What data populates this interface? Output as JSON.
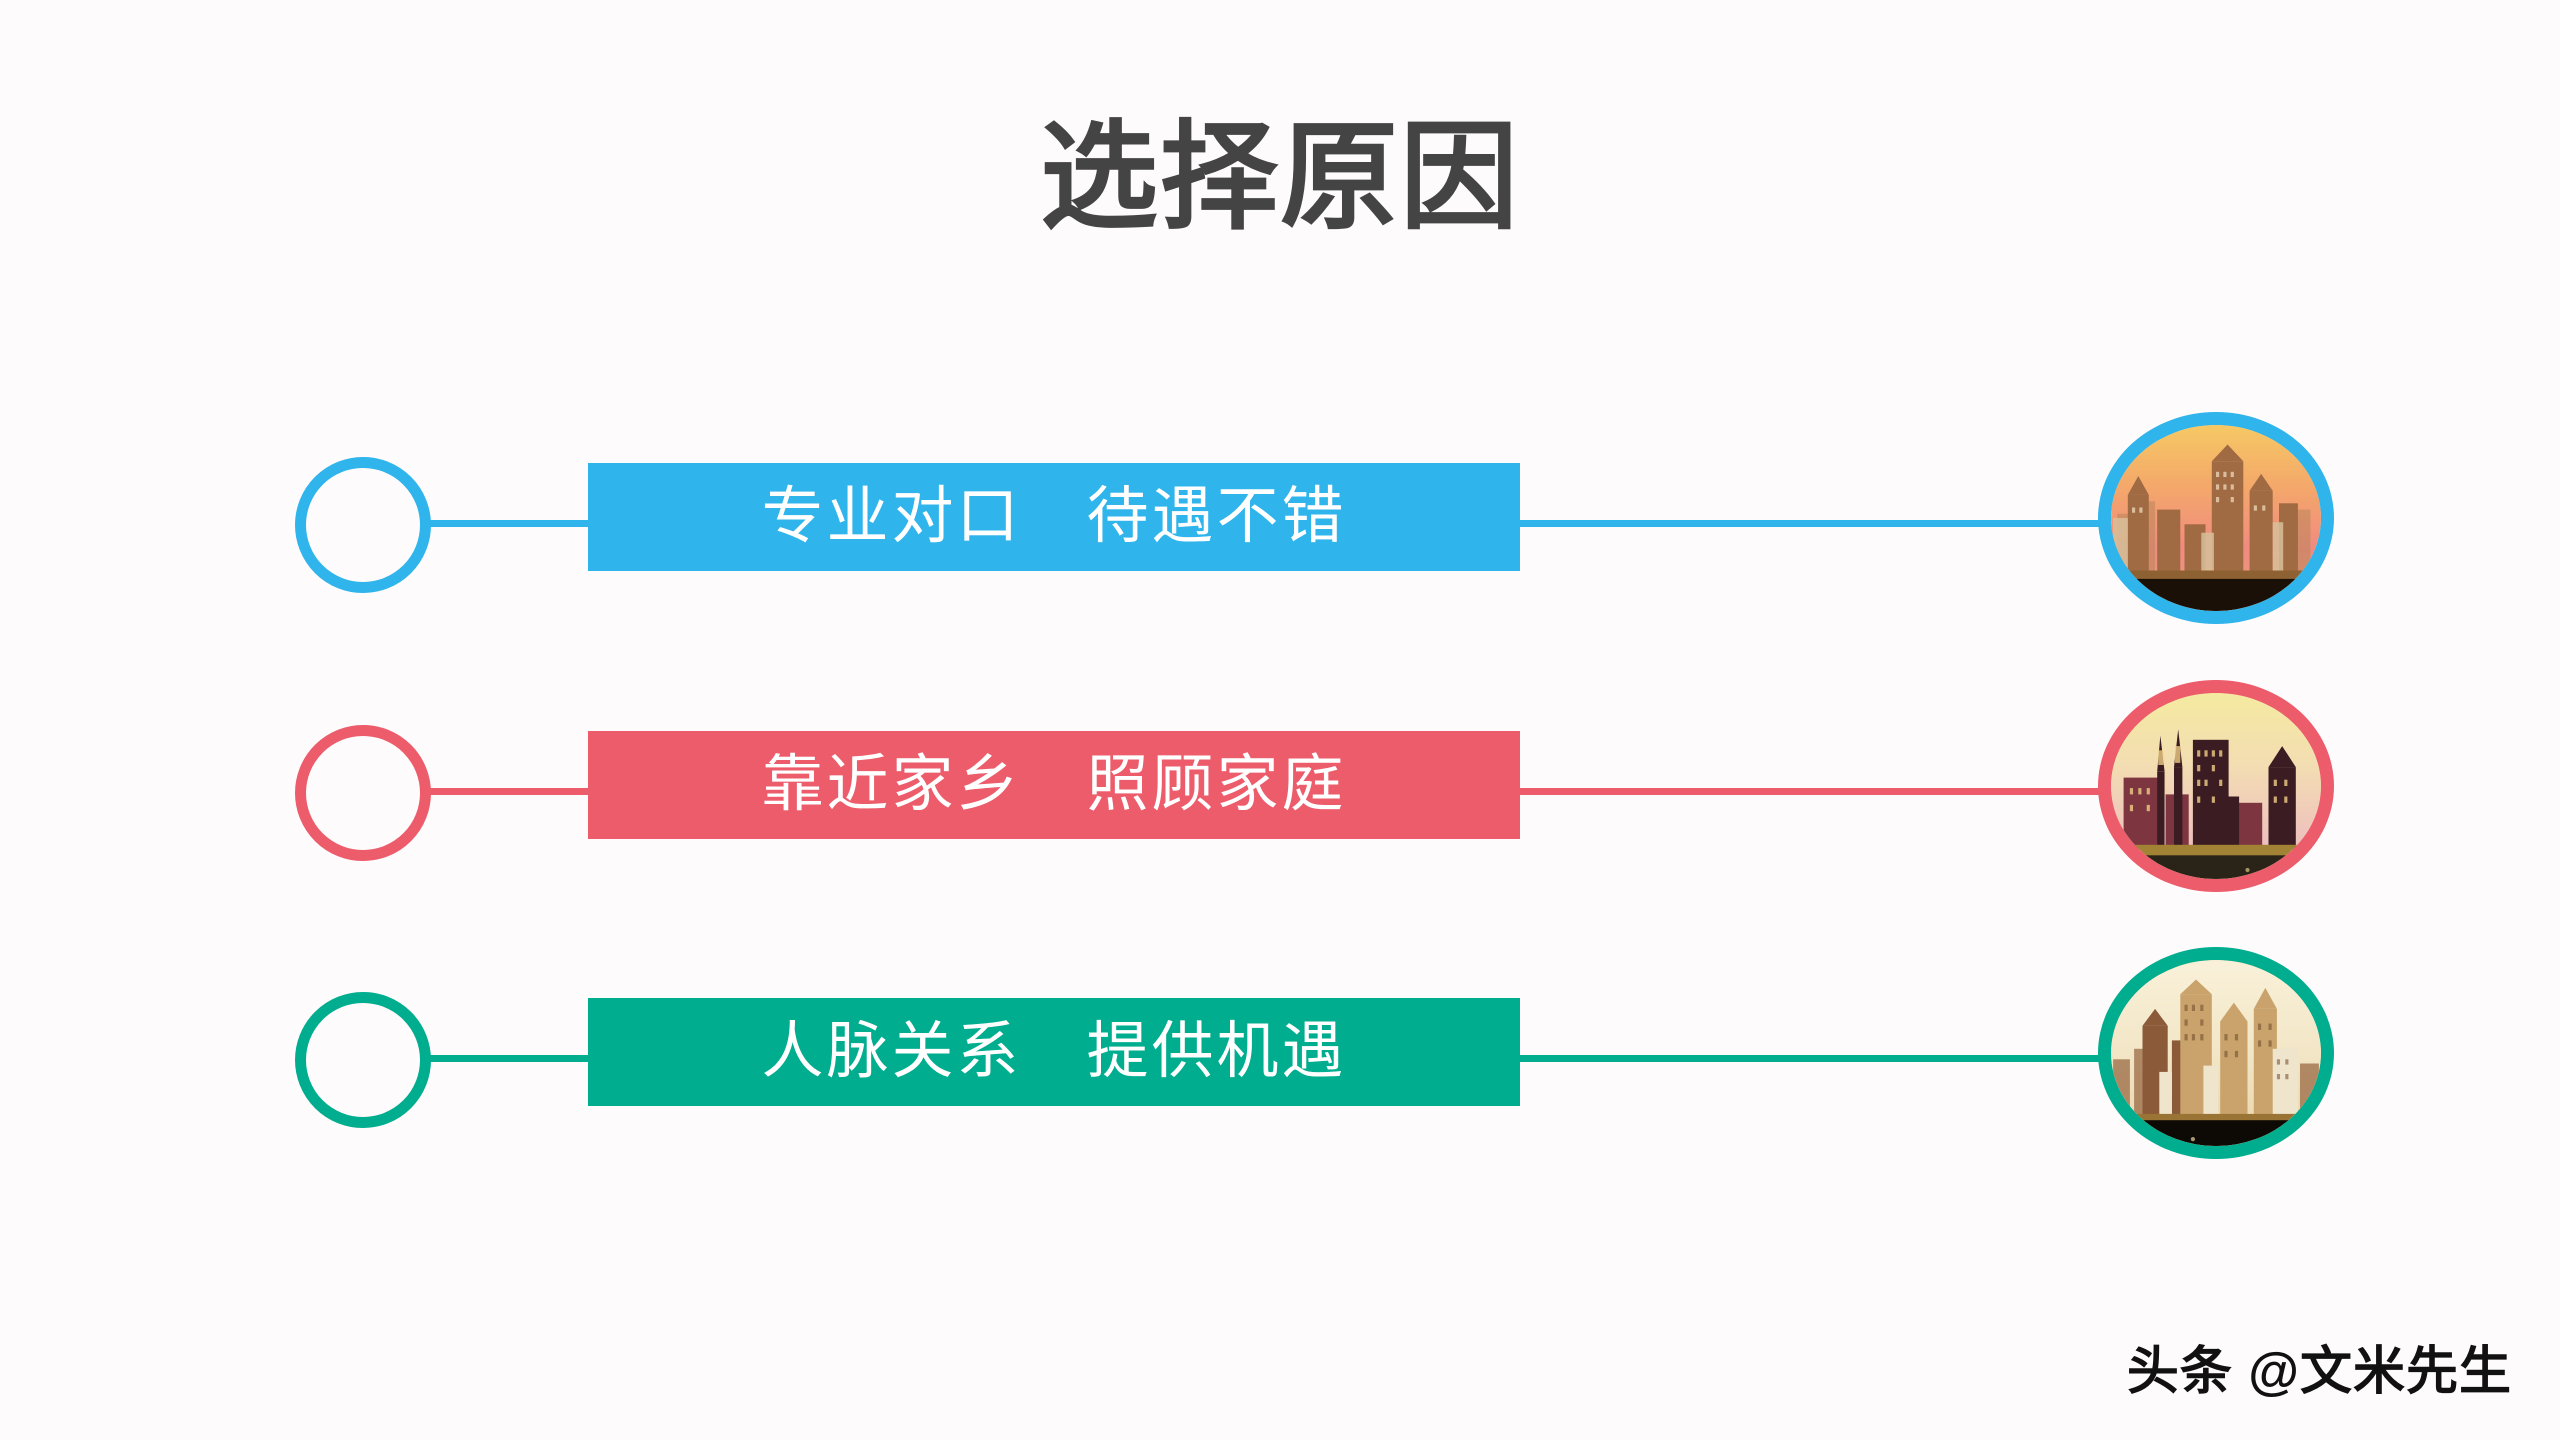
{
  "slide": {
    "title": "选择原因",
    "background_color": "#fdfbfc",
    "title_color": "#444444"
  },
  "rows": [
    {
      "label": "专业对口　待遇不错",
      "color": "#2fb4ec",
      "color_name": "blue",
      "marker_icon": "circle-outline-icon",
      "photo_icon": "city-skyline-photo",
      "photo_description": "城市天际线 日出暖橙色天空"
    },
    {
      "label": "靠近家乡　照顾家庭",
      "color": "#ec5c6b",
      "color_name": "pink",
      "marker_icon": "circle-outline-icon",
      "photo_icon": "city-skyline-photo",
      "photo_description": "城市天际线 黄昏粉色天空"
    },
    {
      "label": "人脉关系　提供机遇",
      "color": "#00ad8e",
      "color_name": "green",
      "marker_icon": "circle-outline-icon",
      "photo_icon": "city-skyline-photo",
      "photo_description": "城市天际线 米色复古天空"
    }
  ],
  "watermark": {
    "text": "头条 @文米先生"
  }
}
